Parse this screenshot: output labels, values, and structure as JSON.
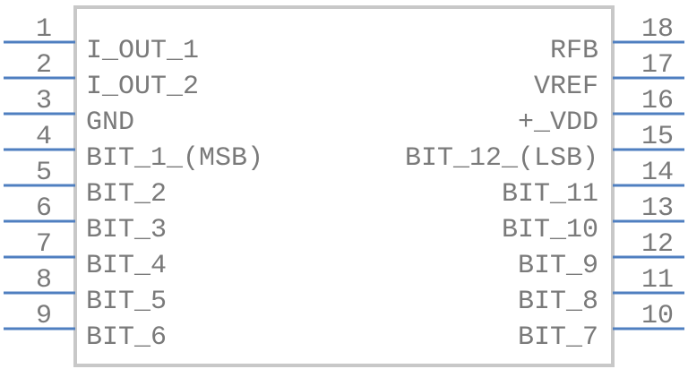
{
  "component": {
    "left_pins": [
      {
        "number": "1",
        "label": "I_OUT_1"
      },
      {
        "number": "2",
        "label": "I_OUT_2"
      },
      {
        "number": "3",
        "label": "GND"
      },
      {
        "number": "4",
        "label": "BIT_1_(MSB)"
      },
      {
        "number": "5",
        "label": "BIT_2"
      },
      {
        "number": "6",
        "label": "BIT_3"
      },
      {
        "number": "7",
        "label": "BIT_4"
      },
      {
        "number": "8",
        "label": "BIT_5"
      },
      {
        "number": "9",
        "label": "BIT_6"
      }
    ],
    "right_pins": [
      {
        "number": "18",
        "label": "RFB"
      },
      {
        "number": "17",
        "label": "VREF"
      },
      {
        "number": "16",
        "label": "+_VDD"
      },
      {
        "number": "15",
        "label": "BIT_12_(LSB)"
      },
      {
        "number": "14",
        "label": "BIT_11"
      },
      {
        "number": "13",
        "label": "BIT_10"
      },
      {
        "number": "12",
        "label": "BIT_9"
      },
      {
        "number": "11",
        "label": "BIT_8"
      },
      {
        "number": "10",
        "label": "BIT_7"
      }
    ],
    "colors": {
      "pin": "#4f7fc0",
      "text": "#7a7a7a",
      "outline": "#c8c8c8"
    }
  }
}
